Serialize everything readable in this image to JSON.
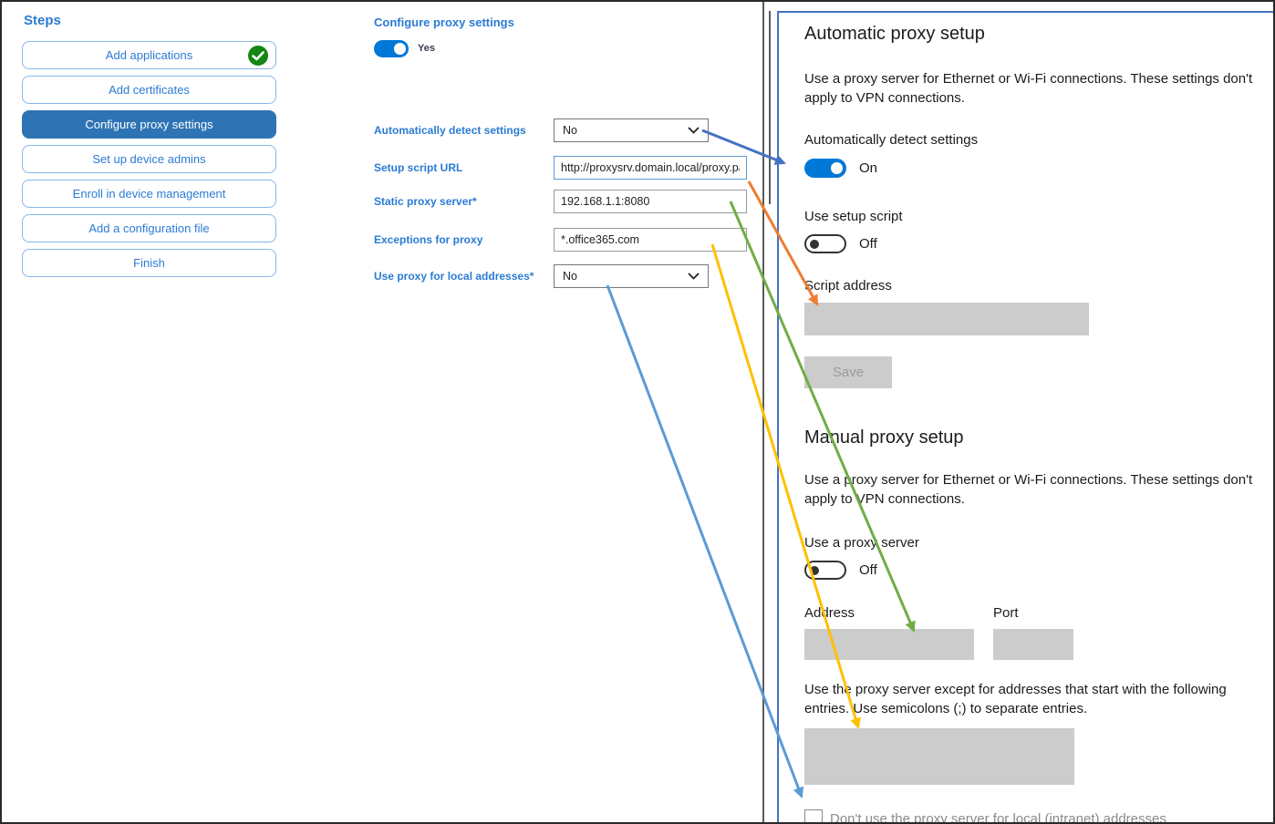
{
  "sidebar": {
    "title": "Steps",
    "items": [
      {
        "label": "Add applications",
        "state": "completed"
      },
      {
        "label": "Add certificates",
        "state": "normal"
      },
      {
        "label": "Configure proxy settings",
        "state": "selected"
      },
      {
        "label": "Set up device admins",
        "state": "normal"
      },
      {
        "label": "Enroll in device management",
        "state": "normal"
      },
      {
        "label": "Add a configuration file",
        "state": "normal"
      },
      {
        "label": "Finish",
        "state": "normal"
      }
    ]
  },
  "form": {
    "title": "Configure proxy settings",
    "enable_toggle_label": "Yes",
    "fields": [
      {
        "label": "Automatically detect settings",
        "type": "select",
        "value": "No"
      },
      {
        "label": "Setup script URL",
        "type": "text",
        "value": "http://proxysrv.domain.local/proxy.pa"
      },
      {
        "label": "Static proxy server*",
        "type": "text",
        "value": "192.168.1.1:8080"
      },
      {
        "label": "Exceptions for proxy",
        "type": "text",
        "value": "*.office365.com"
      },
      {
        "label": "Use proxy for local addresses*",
        "type": "select",
        "value": "No"
      }
    ]
  },
  "settings_panel": {
    "auto": {
      "heading": "Automatic proxy setup",
      "description": "Use a proxy server for Ethernet or Wi-Fi connections. These settings don't apply to VPN connections.",
      "detect_label": "Automatically detect settings",
      "detect_state": "On",
      "script_label": "Use setup script",
      "script_state": "Off",
      "script_address_label": "Script address",
      "save_label": "Save"
    },
    "manual": {
      "heading": "Manual proxy setup",
      "description": "Use a proxy server for Ethernet or Wi-Fi connections. These settings don't apply to VPN connections.",
      "proxy_label": "Use a proxy server",
      "proxy_state": "Off",
      "address_label": "Address",
      "port_label": "Port",
      "exceptions_text": "Use the proxy server except for addresses that start with the following entries. Use semicolons (;) to separate entries.",
      "checkbox_label": "Don't use the proxy server for local (intranet) addresses"
    }
  },
  "colors": {
    "accent": "#2b7bd3",
    "selected_fill": "#2e74b5",
    "toggle_on": "#0078d7",
    "panel_border": "#4472c4",
    "completed_green": "#128712",
    "arrow_blue": "#4472c4",
    "arrow_orange": "#ed7d31",
    "arrow_green": "#70ad47",
    "arrow_yellow": "#ffc000",
    "arrow_lightblue": "#5b9bd5"
  }
}
